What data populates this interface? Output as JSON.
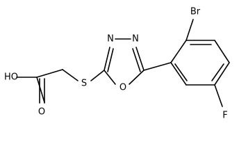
{
  "colors": {
    "background": "#ffffff",
    "ink": "#000000"
  },
  "structure": {
    "atom_labels": {
      "br": "Br",
      "ho": "HO",
      "o_carbonyl": "O",
      "s": "S",
      "n1": "N",
      "n2": "N",
      "o_ring": "O",
      "f": "F"
    }
  }
}
